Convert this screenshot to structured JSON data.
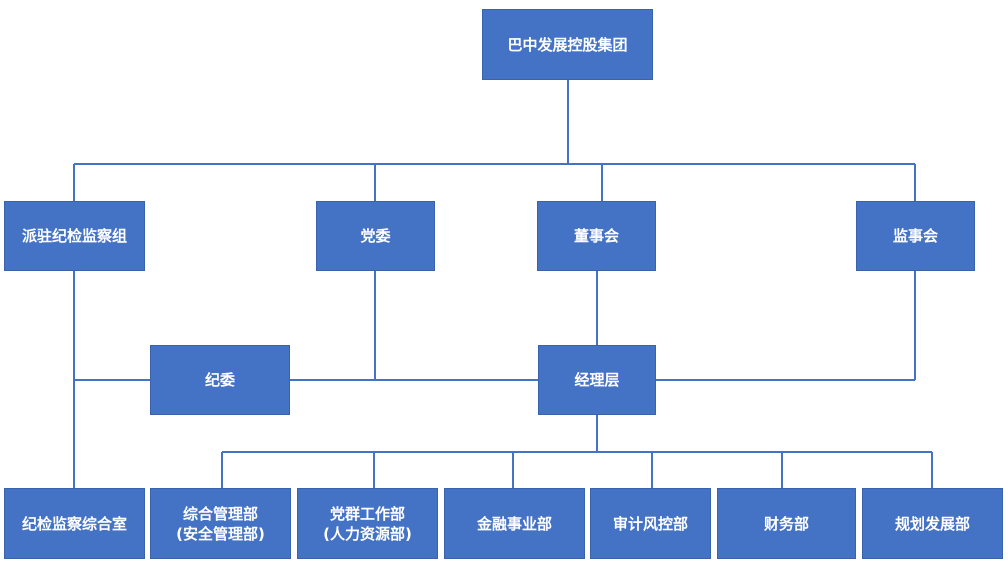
{
  "org_chart": {
    "nodes": {
      "group": "巴中发展控股集团",
      "inspection_team": "派驻纪检监察组",
      "party_committee": "党委",
      "board": "董事会",
      "supervisory_board": "监事会",
      "discipline_committee": "纪委",
      "management": "经理层",
      "supervision_office": "纪检监察综合室",
      "general_admin": "综合管理部\n(安全管理部)",
      "party_work": "党群工作部\n(人力资源部)",
      "finance_business": "金融事业部",
      "audit_risk": "审计风控部",
      "finance": "财务部",
      "planning": "规划发展部"
    },
    "colors": {
      "box_fill": "#4472c4",
      "box_border": "#3a63ad",
      "box_text": "#ffffff",
      "connector": "#4472c4"
    }
  }
}
